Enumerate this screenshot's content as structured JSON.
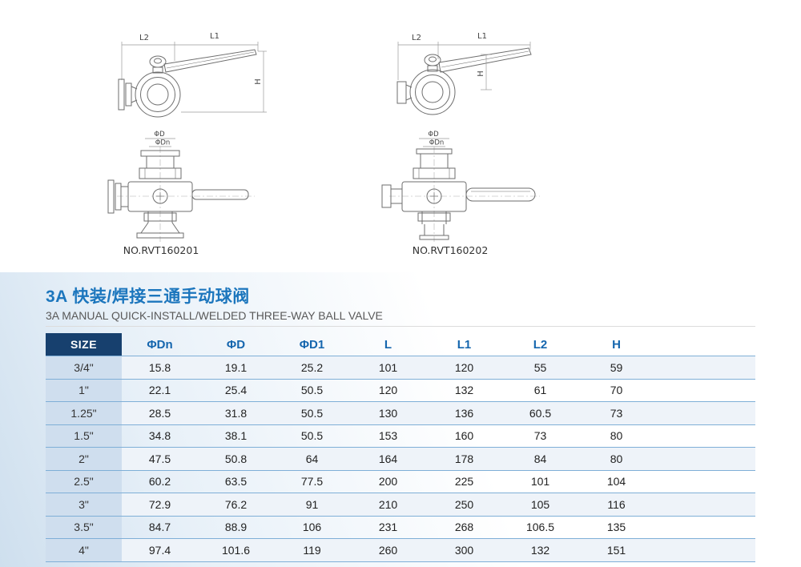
{
  "title": {
    "cn": "3A 快装/焊接三通手动球阀",
    "en": "3A MANUAL QUICK-INSTALL/WELDED THREE-WAY BALL VALVE"
  },
  "drawings": {
    "left_part_no": "NO.RVT160201",
    "right_part_no": "NO.RVT160202",
    "dims": {
      "l1": "L1",
      "l2": "L2",
      "h": "H",
      "d": "ΦD",
      "dn": "ΦDn"
    }
  },
  "table": {
    "headers": [
      "SIZE",
      "ΦDn",
      "ΦD",
      "ΦD1",
      "L",
      "L1",
      "L2",
      "H"
    ],
    "rows": [
      [
        "3/4\"",
        "15.8",
        "19.1",
        "25.2",
        "101",
        "120",
        "55",
        "59"
      ],
      [
        "1\"",
        "22.1",
        "25.4",
        "50.5",
        "120",
        "132",
        "61",
        "70"
      ],
      [
        "1.25\"",
        "28.5",
        "31.8",
        "50.5",
        "130",
        "136",
        "60.5",
        "73"
      ],
      [
        "1.5\"",
        "34.8",
        "38.1",
        "50.5",
        "153",
        "160",
        "73",
        "80"
      ],
      [
        "2\"",
        "47.5",
        "50.8",
        "64",
        "164",
        "178",
        "84",
        "80"
      ],
      [
        "2.5\"",
        "60.2",
        "63.5",
        "77.5",
        "200",
        "225",
        "101",
        "104"
      ],
      [
        "3\"",
        "72.9",
        "76.2",
        "91",
        "210",
        "250",
        "105",
        "116"
      ],
      [
        "3.5\"",
        "84.7",
        "88.9",
        "106",
        "231",
        "268",
        "106.5",
        "135"
      ],
      [
        "4\"",
        "97.4",
        "101.6",
        "119",
        "260",
        "300",
        "132",
        "151"
      ]
    ]
  },
  "colors": {
    "title_blue": "#1c76bd",
    "header_bg": "#17406e",
    "header_text": "#1566ae",
    "size_col_bg": "#cfdeee",
    "row_alt_bg": "#eef3f9",
    "rule_blue": "#7fafd7"
  }
}
